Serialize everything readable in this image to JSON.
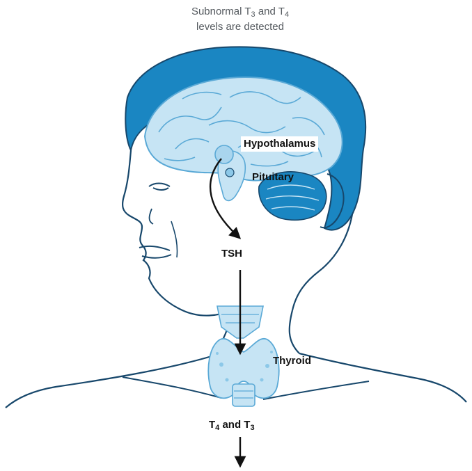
{
  "caption": {
    "line1_prefix": "Subnormal T",
    "line1_sub1": "3",
    "line1_mid": " and T",
    "line1_sub2": "4",
    "line2": "levels are detected"
  },
  "labels": {
    "hypothalamus": "Hypothalamus",
    "pituitary": "Pituitary",
    "tsh": "TSH",
    "thyroid": "Thyroid",
    "hormones_prefix": "T",
    "hormones_sub1": "4",
    "hormones_mid": " and T",
    "hormones_sub2": "3"
  },
  "colors": {
    "hair": "#1a86c2",
    "line": "#17476b",
    "organ_fill": "#c6e4f4",
    "organ_stroke": "#5aa9d6",
    "cerebellum": "#1a86c2"
  }
}
